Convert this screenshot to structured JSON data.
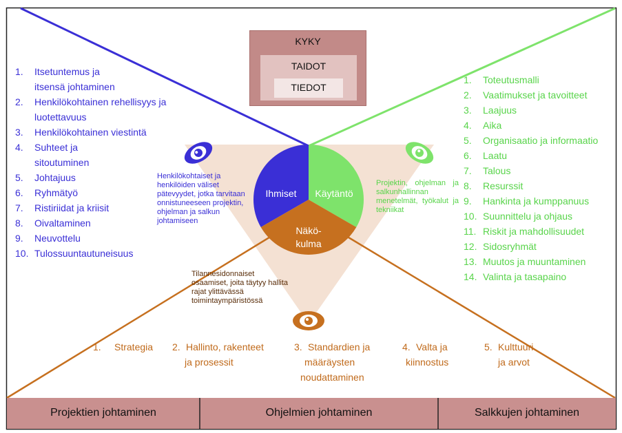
{
  "pyramid": {
    "outer": "KYKY",
    "middle": "TAIDOT",
    "inner": "TIEDOT"
  },
  "people_list": [
    {
      "num": "1.",
      "text": [
        "Itsetuntemus ja",
        "itsensä johtaminen"
      ]
    },
    {
      "num": "2.",
      "text": [
        "Henkilökohtainen rehellisyys ja",
        "luotettavuus"
      ]
    },
    {
      "num": "3.",
      "text": [
        "Henkilökohtainen viestintä"
      ]
    },
    {
      "num": "4.",
      "text": [
        "Suhteet ja",
        "sitoutuminen"
      ]
    },
    {
      "num": "5.",
      "text": [
        "Johtajuus"
      ]
    },
    {
      "num": "6.",
      "text": [
        "Ryhmätyö"
      ]
    },
    {
      "num": "7.",
      "text": [
        "Ristiriidat ja kriisit"
      ]
    },
    {
      "num": "8.",
      "text": [
        "Oivaltaminen"
      ]
    },
    {
      "num": "9.",
      "text": [
        "Neuvottelu"
      ]
    },
    {
      "num": "10.",
      "text": [
        "Tulossuuntautuneisuus"
      ]
    }
  ],
  "practice_list": [
    {
      "num": "1.",
      "text": "Toteutusmalli"
    },
    {
      "num": "2.",
      "text": "Vaatimukset ja tavoitteet"
    },
    {
      "num": "3.",
      "text": "Laajuus"
    },
    {
      "num": "4.",
      "text": "Aika"
    },
    {
      "num": "5.",
      "text": "Organisaatio ja informaatio"
    },
    {
      "num": "6.",
      "text": "Laatu"
    },
    {
      "num": "7.",
      "text": "Talous"
    },
    {
      "num": "8.",
      "text": "Resurssit"
    },
    {
      "num": "9.",
      "text": "Hankinta ja kumppanuus"
    },
    {
      "num": "10.",
      "text": "Suunnittelu ja ohjaus"
    },
    {
      "num": "11.",
      "text": "Riskit ja mahdollisuudet"
    },
    {
      "num": "12.",
      "text": "Sidosryhmät"
    },
    {
      "num": "13.",
      "text": "Muutos ja muuntaminen"
    },
    {
      "num": "14.",
      "text": "Valinta ja tasapaino"
    }
  ],
  "descriptions": {
    "people": "Henkilökohtaiset ja henkilöiden väliset pätevyydet, jotka tarvitaan onnistuneeseen projektin, ohjelman ja salkun johtamiseen",
    "practice": "Projektin, ohjelman ja salkunhallinnan menetelmät, työkalut ja tekniikat",
    "perspective": "Tilannesidonnaiset osaamiset, joita täytyy hallita rajat ylittävässä toimintaympäristössä"
  },
  "circle": {
    "people": "Ihmiset",
    "practice": "Käytäntö",
    "perspective_1": "Näkö-",
    "perspective_2": "kulma"
  },
  "perspective_list": [
    {
      "num": "1.",
      "text": [
        "Strategia"
      ]
    },
    {
      "num": "2.",
      "text": [
        "Hallinto, rakenteet",
        "ja prosessit"
      ]
    },
    {
      "num": "3.",
      "text": [
        "Standardien ja",
        "määräysten",
        "noudattaminen"
      ]
    },
    {
      "num": "4.",
      "text": [
        "Valta ja",
        "kiinnostus"
      ]
    },
    {
      "num": "5.",
      "text": [
        "Kulttuuri",
        "ja arvot"
      ]
    }
  ],
  "bottom_bar": [
    "Projektien johtaminen",
    "Ohjelmien johtaminen",
    "Salkkujen johtaminen"
  ],
  "colors": {
    "people": "#3a2fd6",
    "practice": "#7ee36b",
    "perspective": "#c6701f",
    "bar": "#c9908f",
    "pyramid_outer": "#c28a88",
    "pyramid_middle": "#e2c2c0",
    "pyramid_inner": "#f3e6e5",
    "cone": "#f2dccb"
  },
  "icons": [
    "eye-icon-people",
    "eye-icon-practice",
    "eye-icon-perspective"
  ]
}
